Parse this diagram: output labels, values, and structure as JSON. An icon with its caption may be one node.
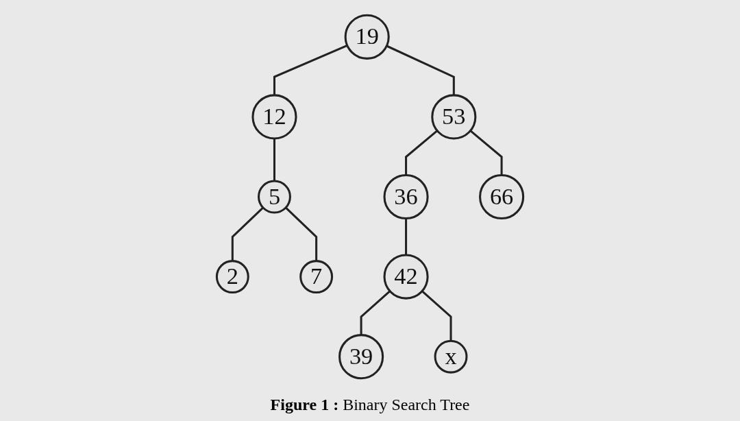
{
  "diagram": {
    "caption": "**Figure 1 :** Binary Search Tree",
    "nodes": [
      {
        "text": [
          "19"
        ]
      },
      {
        "text": [
          "12"
        ]
      },
      {
        "text": [
          "53"
        ]
      },
      {
        "text": [
          "5"
        ]
      },
      {
        "text": [
          "36"
        ]
      },
      {
        "text": [
          "66"
        ]
      },
      {
        "text": [
          "2"
        ]
      },
      {
        "text": [
          "7"
        ]
      },
      {
        "text": [
          "42"
        ]
      },
      {
        "text": [
          "39"
        ]
      },
      {
        "text": [
          "x"
        ]
      }
    ],
    "edges": [
      {
        "from": 0,
        "to": 1,
        "arrow": "none"
      },
      {
        "from": 0,
        "to": 2,
        "arrow": "none"
      },
      {
        "from": 1,
        "to": 3,
        "arrow": "none"
      },
      {
        "from": 2,
        "to": 4,
        "arrow": "none"
      },
      {
        "from": 2,
        "to": 5,
        "arrow": "none"
      },
      {
        "from": 3,
        "to": 6,
        "arrow": "none"
      },
      {
        "from": 3,
        "to": 7,
        "arrow": "none"
      },
      {
        "from": 4,
        "to": 8,
        "arrow": "none"
      },
      {
        "from": 8,
        "to": 9,
        "arrow": "none"
      },
      {
        "from": 8,
        "to": 10,
        "arrow": "none"
      }
    ]
  }
}
